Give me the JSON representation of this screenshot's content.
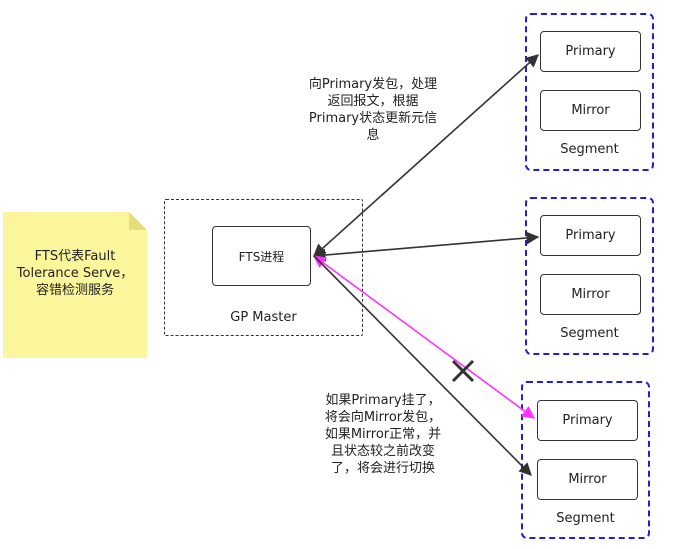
{
  "note": {
    "text": "FTS代表Fault Tolerance Serve，容错检测服务"
  },
  "master": {
    "process_label": "FTS进程",
    "label": "GP Master"
  },
  "segments": [
    {
      "primary": "Primary",
      "mirror": "Mirror",
      "label": "Segment"
    },
    {
      "primary": "Primary",
      "mirror": "Mirror",
      "label": "Segment"
    },
    {
      "primary": "Primary",
      "mirror": "Mirror",
      "label": "Segment"
    }
  ],
  "annotations": {
    "top": [
      "向Primary发包，处理",
      "返回报文，根据",
      "Primary状态更新元信",
      "息"
    ],
    "bottom": [
      "如果Primary挂了，",
      "将会向Mirror发包，",
      "如果Mirror正常，并",
      "且状态较之前改变",
      "了，将会进行切换"
    ]
  },
  "colors": {
    "segment_border": "#1f1fd6",
    "failover_arrow": "#ff33ff",
    "note_bg": "#fbf59b"
  }
}
